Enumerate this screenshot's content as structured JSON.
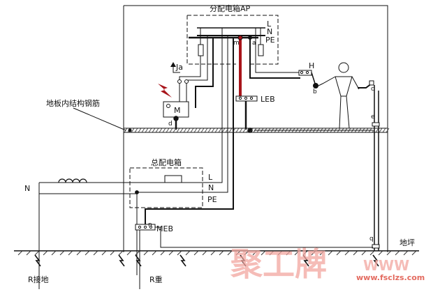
{
  "title_ap": "分配电箱AP",
  "title_main": "总配电箱",
  "floor_rebar_label": "地板内结构钢筋",
  "ground_floor_label": "地坪",
  "bus_labels": {
    "L": "L",
    "N": "N",
    "PE": "PE"
  },
  "main_labels": {
    "L": "L",
    "N": "N",
    "PE": "PE",
    "N_left": "N"
  },
  "components": {
    "ja": "Ja",
    "motor": "M",
    "h": "H",
    "leb": "LEB",
    "meb": "MEB"
  },
  "points": {
    "a": "a",
    "b": "b",
    "c": "c",
    "d": "d",
    "e": "e",
    "m": "m",
    "n": "n",
    "q": "q"
  },
  "resistors": {
    "r_ground": "R接地",
    "r_repeat": "R重"
  },
  "watermark": {
    "brand": "聚工牌",
    "url": "www.fsclzs.com",
    "www": "WWW"
  },
  "colors": {
    "line": "#111111",
    "red": "#a8141a",
    "hatch": "#333333",
    "watermark_red": "#e05a4e",
    "watermark_pink": "#f2a6a0"
  }
}
